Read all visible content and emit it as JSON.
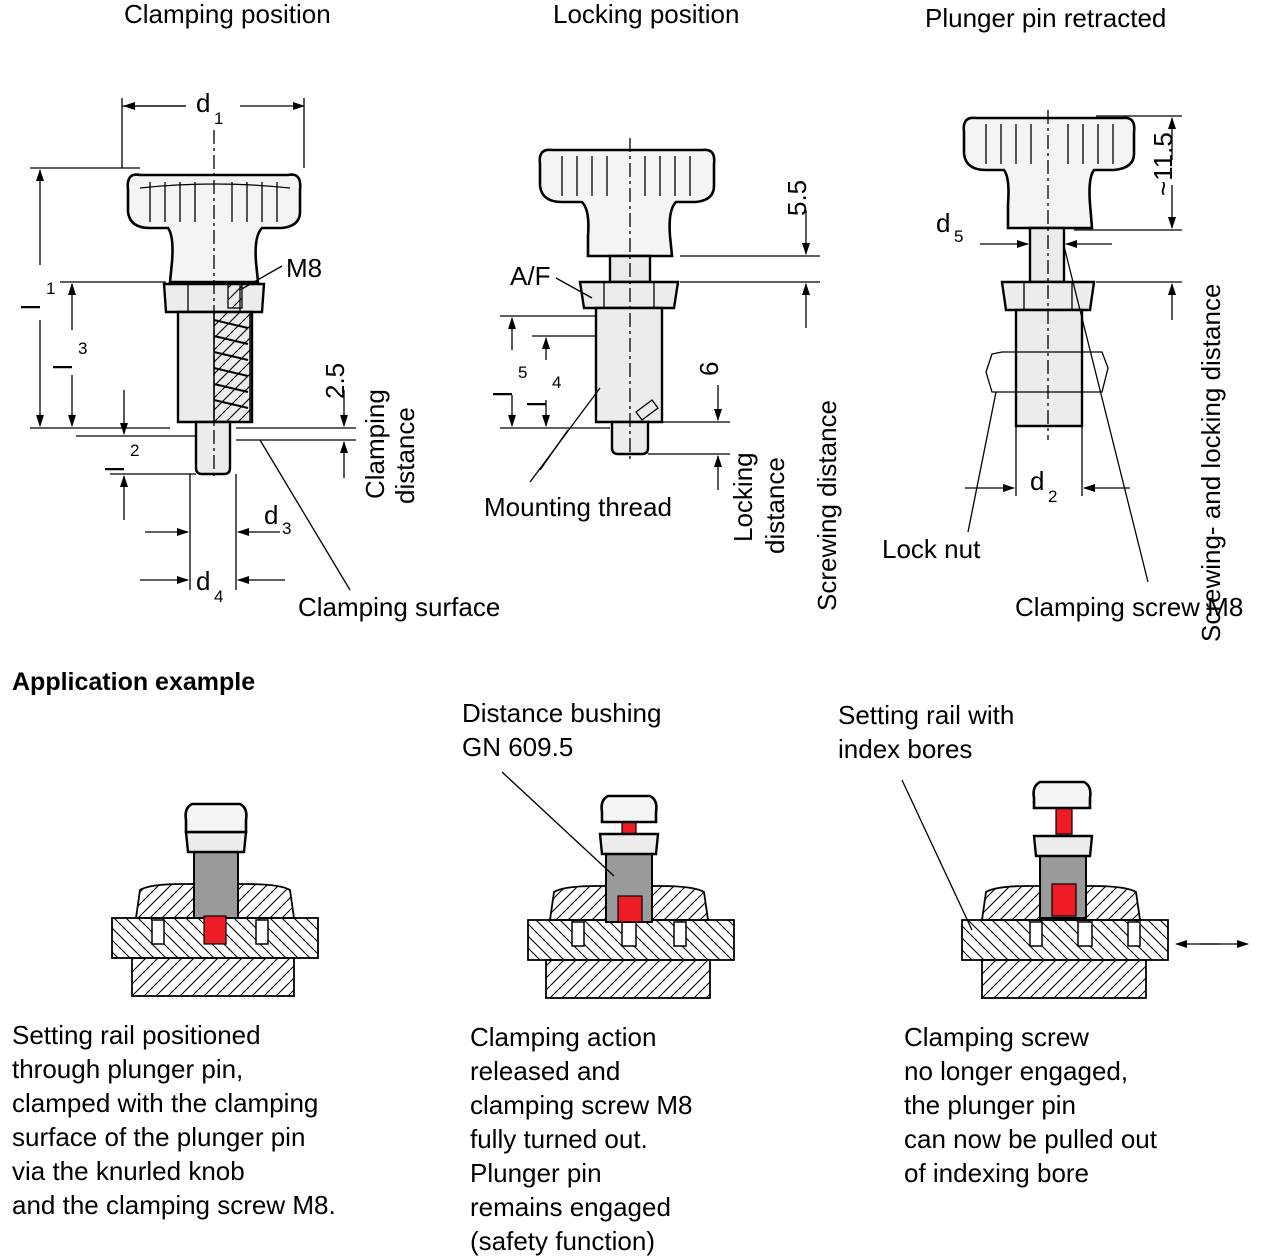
{
  "views": {
    "clamping": {
      "title": "Clamping position",
      "d1": "d",
      "d1_sub": "1",
      "l1": "l",
      "l1_sub": "1",
      "l3": "l",
      "l3_sub": "3",
      "l2": "l",
      "l2_sub": "2",
      "d3": "d",
      "d3_sub": "3",
      "d4": "d",
      "d4_sub": "4",
      "m8": "M8",
      "dim_25": "2.5",
      "clamping_distance_1": "Clamping",
      "clamping_distance_2": "distance",
      "clamping_surface": "Clamping surface"
    },
    "locking": {
      "title": "Locking position",
      "af": "A/F",
      "l5": "l",
      "l5_sub": "5",
      "l4": "l",
      "l4_sub": "4",
      "dim_55": "5.5",
      "screwing_distance": "Screwing distance",
      "dim_6": "6",
      "locking_distance_1": "Locking",
      "locking_distance_2": "distance",
      "mounting_thread": "Mounting thread"
    },
    "retracted": {
      "title": "Plunger pin retracted",
      "d5": "d",
      "d5_sub": "5",
      "d2": "d",
      "d2_sub": "2",
      "dim_115": "~11.5",
      "screwing_locking_distance": "Screwing- and locking distance",
      "lock_nut": "Lock nut",
      "clamping_screw": "Clamping screw M8"
    }
  },
  "application": {
    "heading": "Application example",
    "distance_bushing_1": "Distance bushing",
    "distance_bushing_2": "GN 609.5",
    "setting_rail_1": "Setting rail with",
    "setting_rail_2": "index bores",
    "captions": [
      [
        "Setting rail positioned",
        "through plunger pin,",
        "clamped with the clamping",
        "surface of the plunger pin",
        "via the knurled knob",
        "and the clamping screw M8."
      ],
      [
        "Clamping action",
        "released and",
        "clamping screw M8",
        "fully turned out.",
        "Plunger pin",
        "remains engaged",
        "(safety function)"
      ],
      [
        "Clamping screw",
        "no longer engaged,",
        "the plunger pin",
        "can now be pulled out",
        "of indexing bore"
      ]
    ]
  },
  "colors": {
    "highlight": "#ee1c24",
    "part_fill": "#ececec",
    "bushing": "#9a9a9a"
  }
}
